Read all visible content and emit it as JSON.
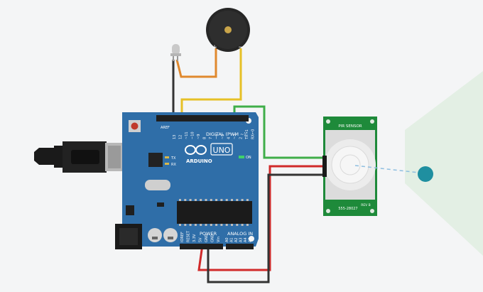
{
  "colors": {
    "canvas_bg": "#f4f5f6",
    "board": "#2f6ea8",
    "board_dark": "#24588a",
    "header": "#1f1f1f",
    "pir_board": "#1e8a3a",
    "pir_dome": "#ececec",
    "detection_zone": "#e3efe4",
    "target": "#1f8fa0",
    "wire_orange": "#e0892e",
    "wire_yellow": "#e6c027",
    "wire_green": "#3fae49",
    "wire_red": "#d12a2a",
    "wire_black": "#333333",
    "buzzer": "#262626"
  },
  "arduino": {
    "brand": "ARDUINO",
    "model": "UNO",
    "on_label": "ON",
    "tx_label": "TX",
    "rx_label": "RX",
    "digital_label": "DIGITAL (PWM ~)",
    "power_label": "POWER",
    "analog_label": "ANALOG IN",
    "aref_label": "AREF",
    "gnd_label": "GND",
    "digital_pins": [
      "13",
      "12",
      "~11",
      "~10",
      "~9",
      "8",
      "7",
      "~6",
      "~5",
      "4",
      "~3",
      "2",
      "TX→1",
      "RX←0"
    ],
    "power_pins": [
      "IOREF",
      "RESET",
      "3.3V",
      "5V",
      "GND",
      "GND",
      "Vin"
    ],
    "analog_pins": [
      "A0",
      "A1",
      "A2",
      "A3",
      "A4",
      "A5"
    ]
  },
  "buzzer": {
    "plus_label": "+",
    "minus_label": "−"
  },
  "pir": {
    "top_label": "PIR SENSOR",
    "bottom_label": "555-28027",
    "rev_label": "REV B"
  },
  "usb_icon": "usb-connector-icon"
}
